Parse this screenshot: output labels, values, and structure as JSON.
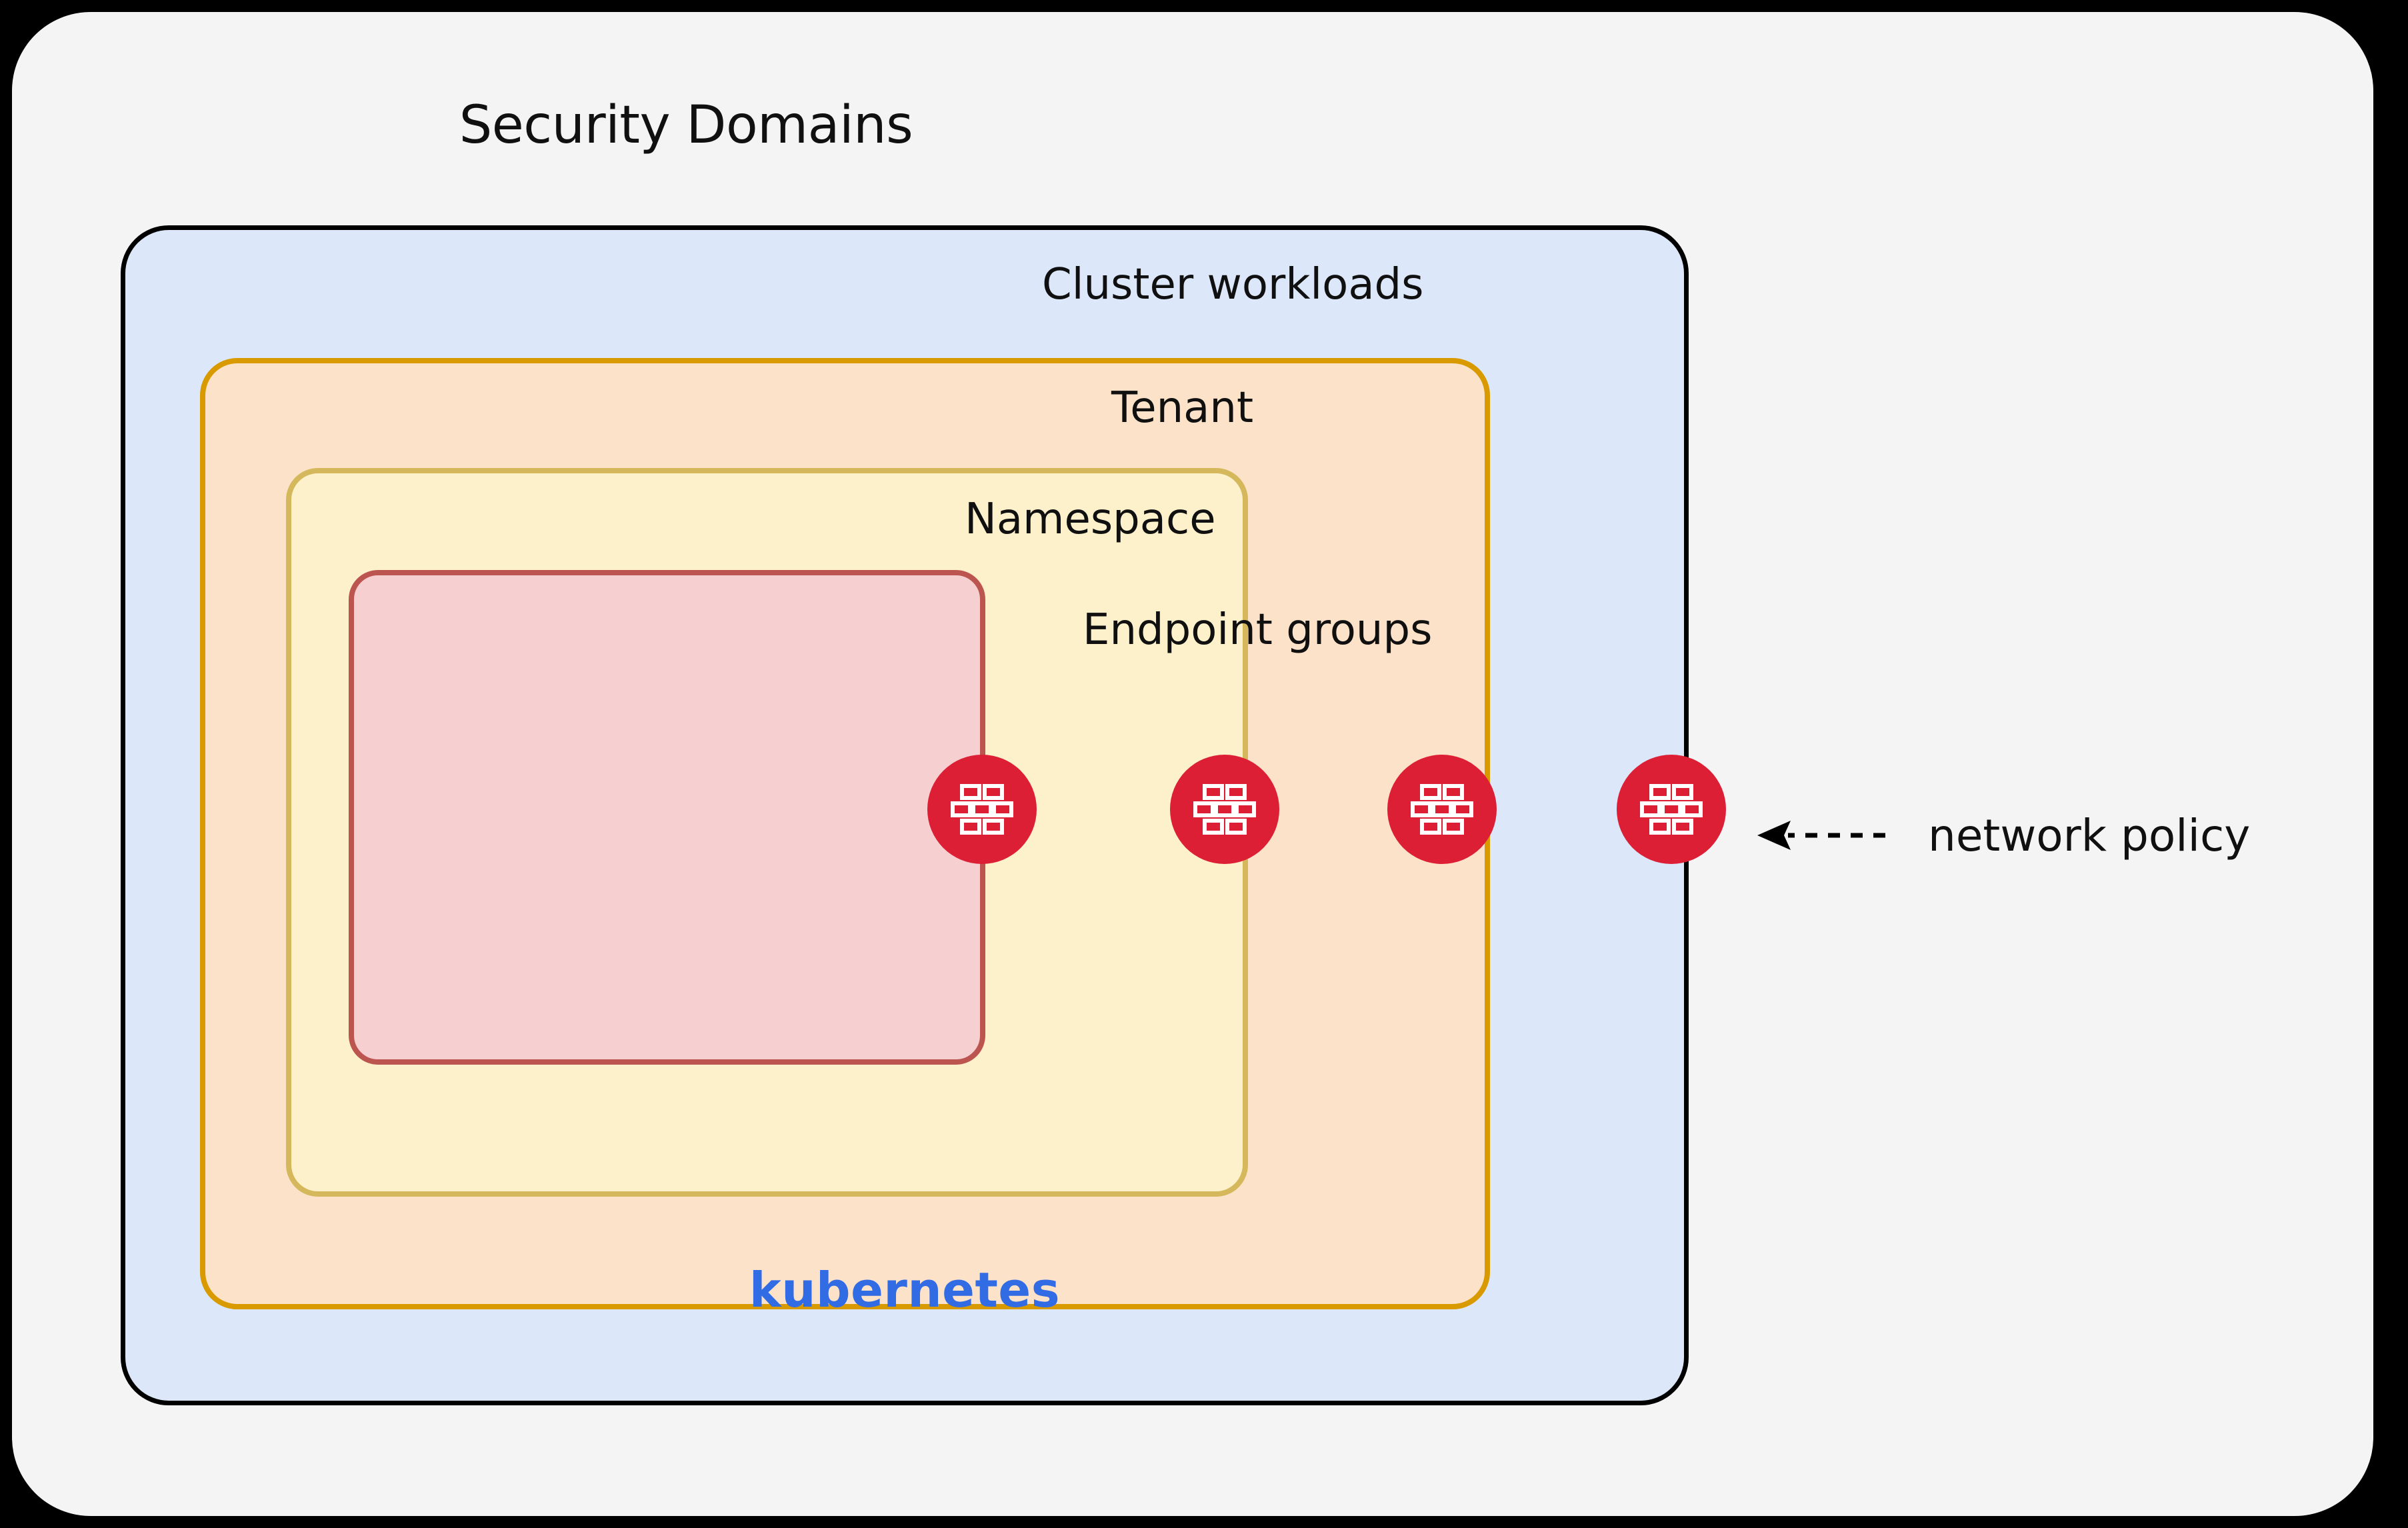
{
  "diagram": {
    "title": "Security Domains",
    "type": "nested-containment",
    "background_color": "#000000",
    "panel_color": "#f4f4f4",
    "layers": [
      {
        "id": "cluster-workloads",
        "label": "Cluster workloads",
        "fill": "#dce8f9",
        "stroke": "#000000",
        "footer_label": "kubernetes",
        "footer_color": "#326ce5"
      },
      {
        "id": "tenant",
        "label": "Tenant",
        "fill": "#fce2c8",
        "stroke": "#d99a00"
      },
      {
        "id": "namespace",
        "label": "Namespace",
        "fill": "#fdf1cc",
        "stroke": "#d4b85b"
      },
      {
        "id": "endpoint-groups",
        "label": "Endpoint groups",
        "fill": "#f6cfd0",
        "stroke": "#bc5450"
      }
    ],
    "markers": {
      "icon_name": "firewall-brick-wall-icon",
      "count": 4,
      "color": "#dd1f36",
      "on_boundaries": [
        "endpoint-groups",
        "namespace",
        "tenant",
        "cluster-workloads"
      ]
    },
    "annotation": {
      "label": "network policy",
      "arrow_style": "dashed-left-arrow",
      "points_to": "firewall-marker-cluster-workloads"
    }
  }
}
